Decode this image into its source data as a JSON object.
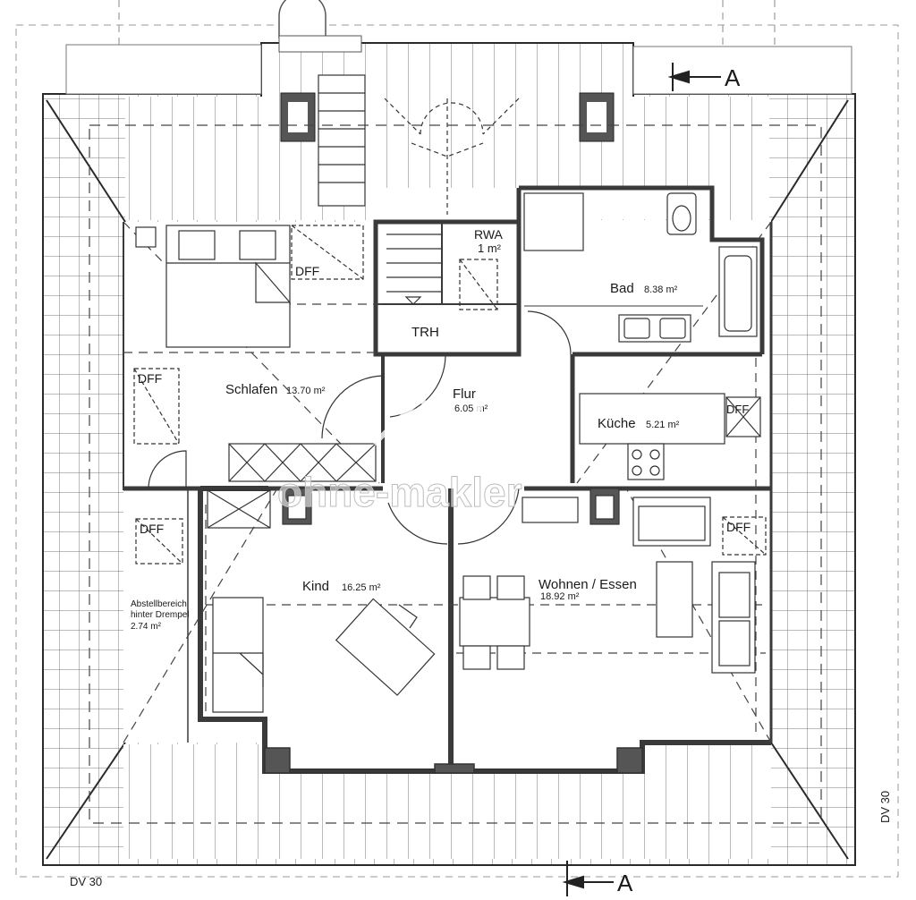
{
  "section_marker": "A",
  "roof_pitch": "DV 30",
  "rooms": {
    "schlafen": {
      "name": "Schlafen",
      "area": "13.70 m²"
    },
    "flur": {
      "name": "Flur",
      "area": "6.05 m²"
    },
    "kueche": {
      "name": "Küche",
      "area": "5.21 m²"
    },
    "bad": {
      "name": "Bad",
      "area": "8.38 m²"
    },
    "kind": {
      "name": "Kind",
      "area": "16.25 m²"
    },
    "wohnen": {
      "name": "Wohnen / Essen",
      "area": "18.92 m²"
    },
    "abstell": {
      "line1": "Abstellbereich",
      "line2": "hinter Drempel",
      "area": "2.74 m²"
    },
    "rwa": {
      "name": "RWA",
      "area": "1 m²"
    },
    "trh": {
      "name": "TRH"
    }
  },
  "dff_label": "DFF",
  "watermark": "ohne-makler",
  "colors": {
    "line": "#2a2a2a",
    "wall": "#3a3a3a",
    "hatch": "#555555",
    "paper": "#ffffff"
  }
}
